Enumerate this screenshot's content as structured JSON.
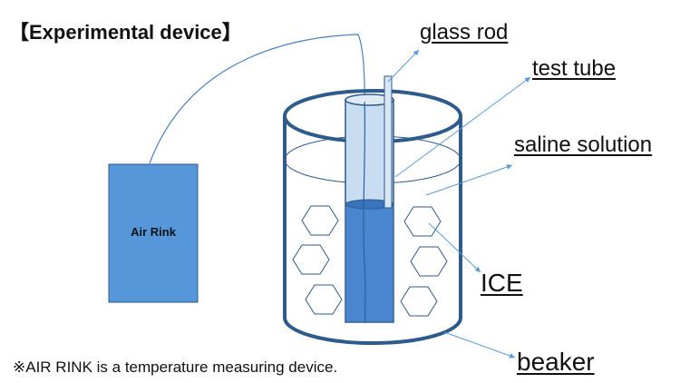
{
  "title": "【Experimental device】",
  "device": {
    "label": "Air Rink",
    "color": "#5597d9"
  },
  "labels": {
    "glass_rod": "glass rod",
    "test_tube": "test tube",
    "saline_solution": "saline solution",
    "ice": "ICE",
    "beaker": "beaker"
  },
  "note": "※AIR RINK is a temperature measuring device.",
  "colors": {
    "outline": "#2e5a8c",
    "water": "#4a86d0",
    "tube_glass": "#c9ddf2",
    "arrow": "#5b9bd5"
  }
}
